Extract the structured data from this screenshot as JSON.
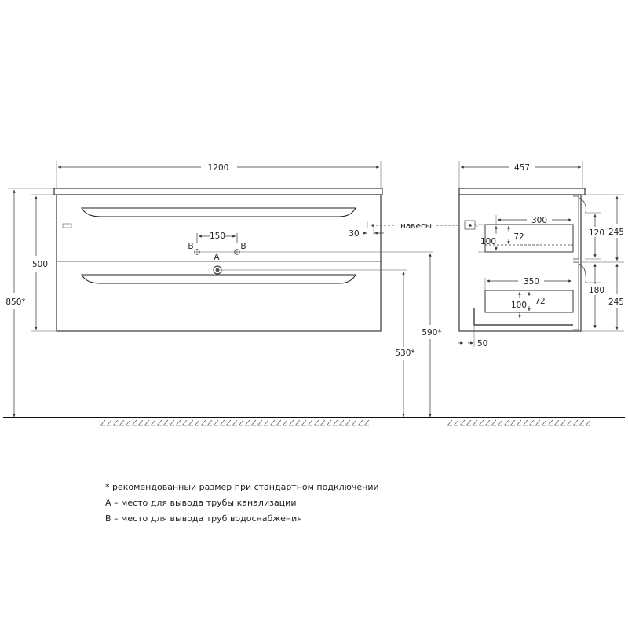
{
  "front": {
    "width": "1200",
    "height_body": "500",
    "height_total": "850*",
    "pipe_spacing": "150",
    "label_a": "A",
    "label_b_left": "B",
    "label_b_right": "B",
    "hinge_offset": "30",
    "pipe_a_height": "530*",
    "pipe_b_height": "590*"
  },
  "hinges_label": "навесы",
  "side": {
    "depth": "457",
    "top_drawer_depth": "300",
    "top_drawer_inner_height": "72",
    "top_drawer_front_height": "100",
    "top_drawer_opening": "120",
    "top_section_height": "245",
    "bottom_drawer_depth": "350",
    "bottom_drawer_inner_height": "72",
    "bottom_drawer_front_height": "100",
    "bottom_drawer_opening": "180",
    "bottom_section_height": "245",
    "back_offset": "50"
  },
  "notes": [
    "* рекомендованный размер при стандартном подключении",
    "A – место для вывода трубы канализации",
    "B – место для вывода труб водоснабжения"
  ]
}
